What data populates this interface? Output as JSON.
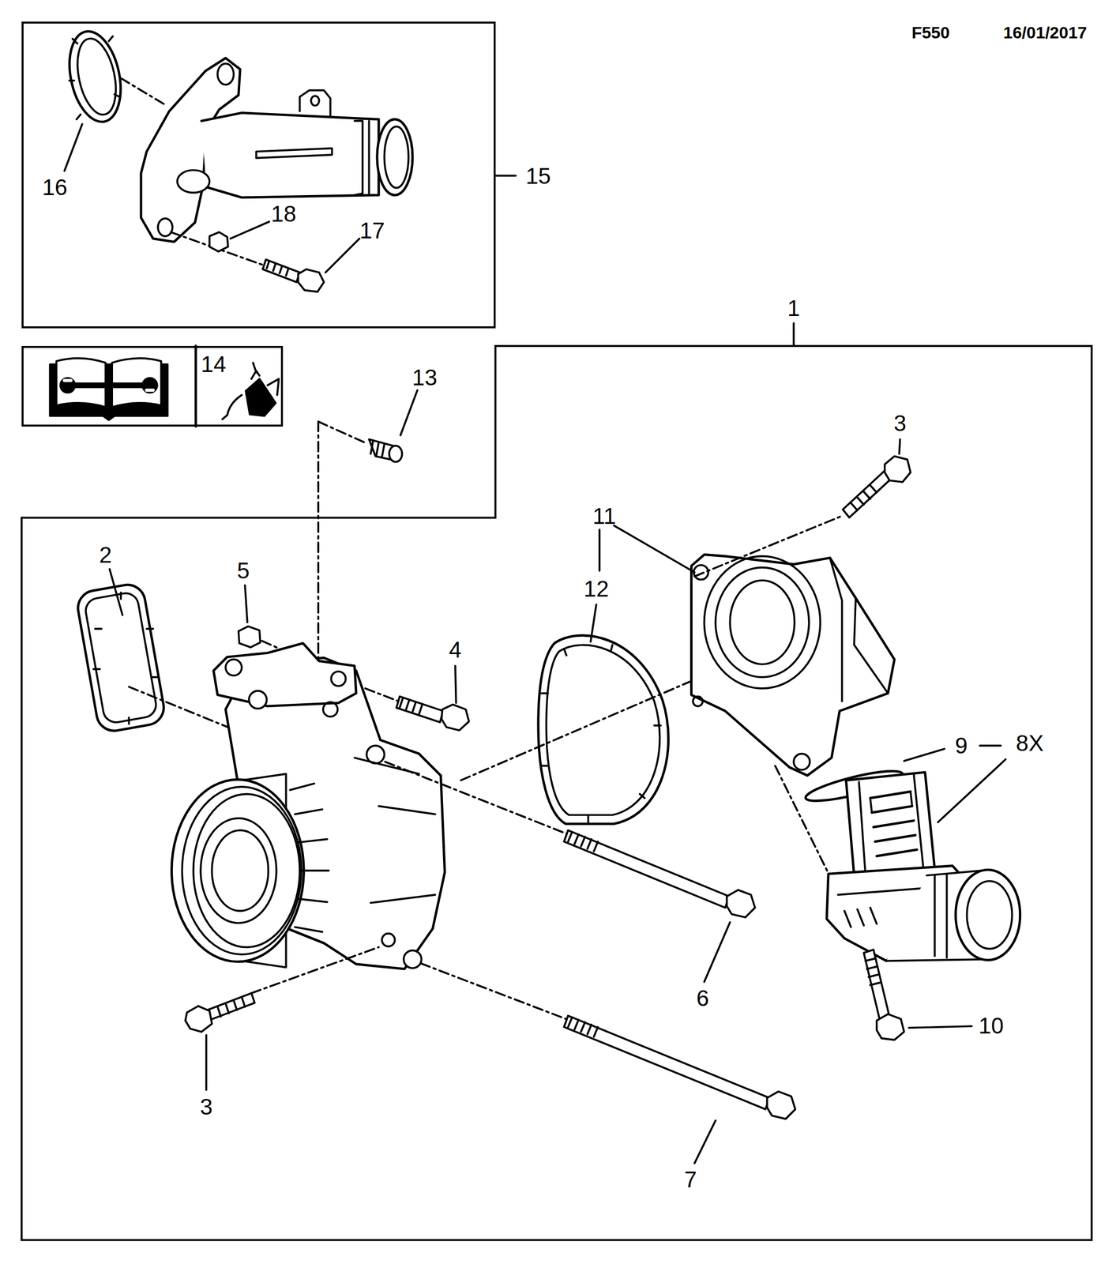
{
  "diagram": {
    "nodes": [
      {
        "text": [
          "15"
        ]
      },
      {
        "text": [
          "14"
        ]
      },
      {
        "text": [
          "1"
        ]
      }
    ],
    "labels": [
      "F550",
      "16/01/2017",
      "16",
      "18",
      "17",
      "13",
      "3",
      "11",
      "2",
      "5",
      "12",
      "4",
      "9",
      "8X",
      "6",
      "10",
      "3",
      "7"
    ]
  }
}
